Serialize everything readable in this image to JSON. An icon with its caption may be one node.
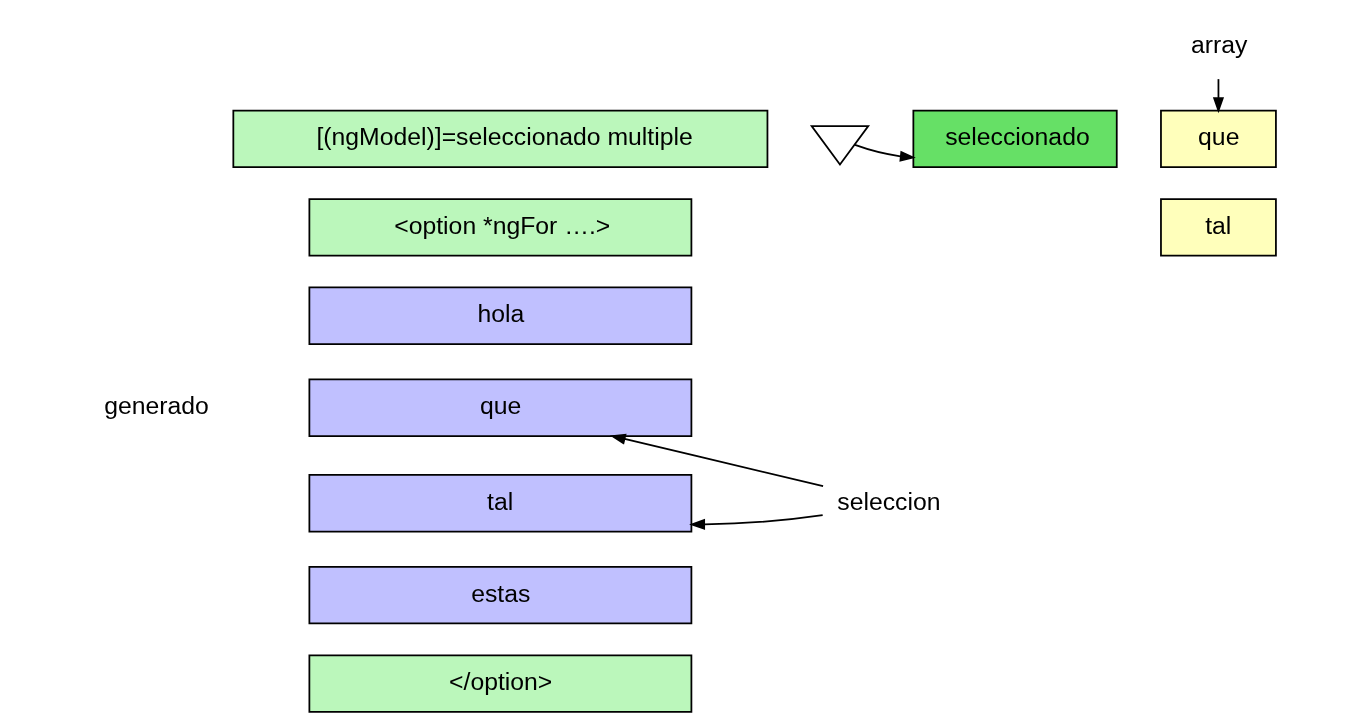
{
  "diagram": {
    "nodes": [
      {
        "text": [
          "array"
        ]
      },
      {
        "text": [
          "[(ngModel)]=seleccionado multiple"
        ]
      },
      {
        "text": [],
        "shape": "triangle"
      },
      {
        "text": [
          "seleccionado"
        ]
      },
      {
        "text": [
          "que"
        ]
      },
      {
        "text": [
          "tal"
        ]
      },
      {
        "text": [
          "<option *ngFor ….>"
        ]
      },
      {
        "text": [
          "hola"
        ]
      },
      {
        "text": [
          "que"
        ]
      },
      {
        "text": [
          "tal"
        ]
      },
      {
        "text": [
          "estas"
        ]
      },
      {
        "text": [
          "</option>"
        ]
      },
      {
        "text": [
          "seleccion"
        ]
      }
    ],
    "edges": [
      {
        "from": 2,
        "to": 3,
        "arrow": "to"
      },
      {
        "from": 0,
        "to": 4,
        "arrow": "to"
      },
      {
        "from": 12,
        "to": 8,
        "arrow": "to"
      },
      {
        "from": 12,
        "to": 9,
        "arrow": "to"
      }
    ],
    "labels": [
      "generado"
    ]
  }
}
